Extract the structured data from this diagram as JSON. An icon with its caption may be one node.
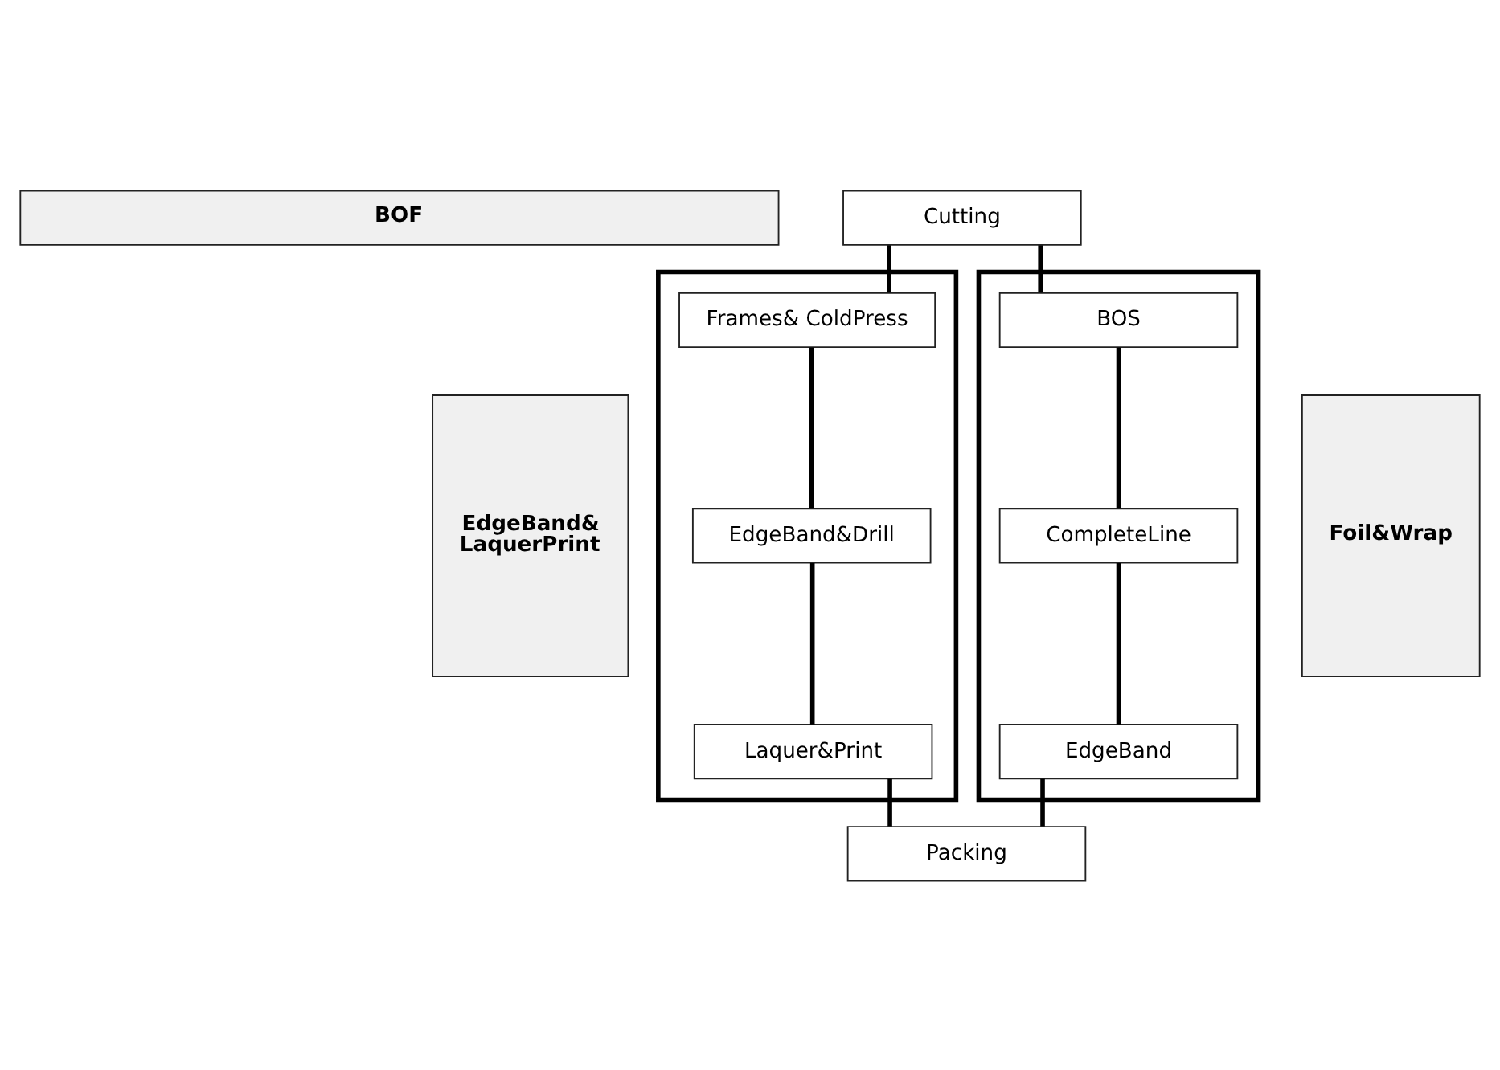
{
  "diagram": {
    "nodes": [
      {
        "text": [
          "BOF"
        ]
      },
      {
        "text": [
          "Cutting"
        ]
      },
      {
        "text": [
          "EdgeBand& LaquerPrint"
        ]
      },
      {
        "text": [],
        "shape": "box"
      },
      {
        "text": [
          "Frames& ColdPress"
        ],
        "in": 3
      },
      {
        "text": [
          "EdgeBand&Drill"
        ],
        "in": 3
      },
      {
        "text": [
          "Laquer&Print"
        ],
        "in": 3
      },
      {
        "text": [],
        "shape": "box"
      },
      {
        "text": [
          "BOS"
        ],
        "in": 7
      },
      {
        "text": [
          "CompleteLine"
        ],
        "in": 7
      },
      {
        "text": [
          "EdgeBand"
        ],
        "in": 7
      },
      {
        "text": [
          "Foil&Wrap"
        ]
      },
      {
        "text": [
          "Packing"
        ]
      }
    ],
    "edges": [
      {
        "from": 1,
        "to": 4,
        "arrow": "none"
      },
      {
        "from": 1,
        "to": 8,
        "arrow": "none"
      },
      {
        "from": 4,
        "to": 5,
        "arrow": "none"
      },
      {
        "from": 5,
        "to": 6,
        "arrow": "none"
      },
      {
        "from": 8,
        "to": 9,
        "arrow": "none"
      },
      {
        "from": 9,
        "to": 10,
        "arrow": "none"
      },
      {
        "from": 6,
        "to": 12,
        "arrow": "none"
      },
      {
        "from": 10,
        "to": 12,
        "arrow": "none"
      }
    ]
  }
}
